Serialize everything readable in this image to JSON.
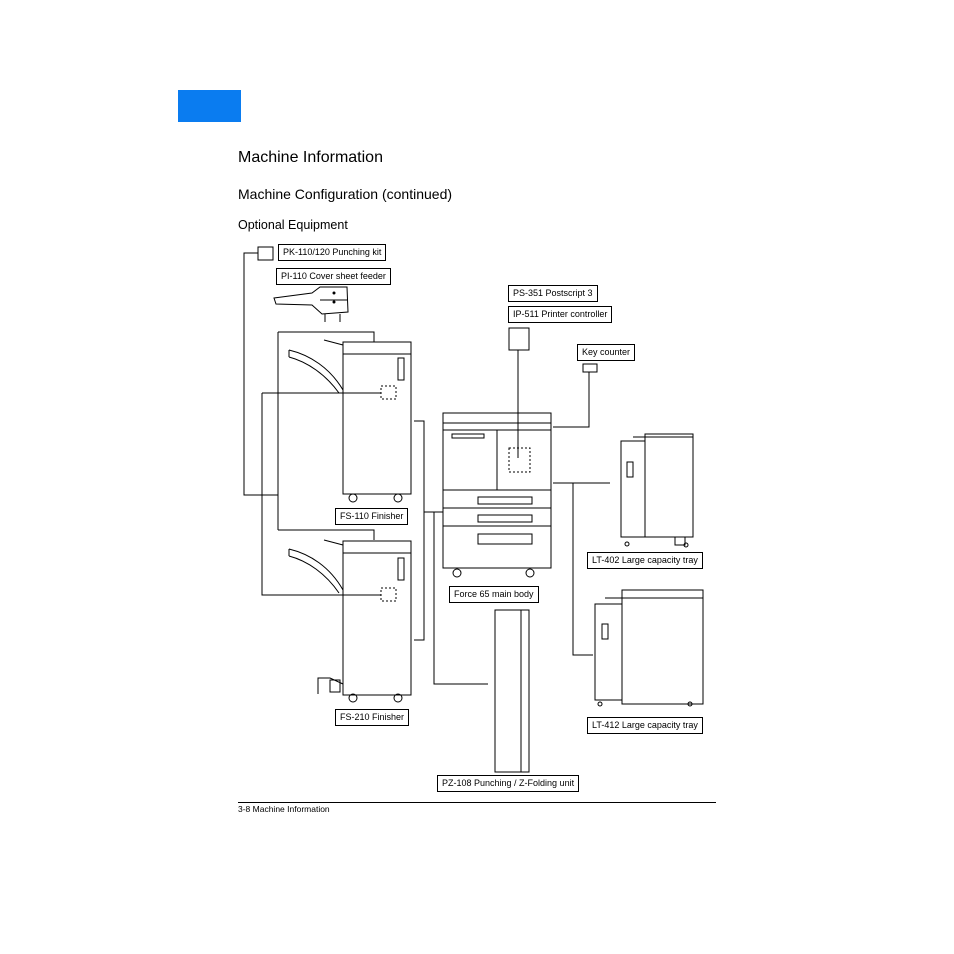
{
  "header": {
    "title": "Machine Information",
    "subtitle": "Machine Configuration (continued)",
    "section": "Optional Equipment"
  },
  "colors": {
    "accent_block": "#0a7cf0"
  },
  "labels": {
    "pk110": "PK-110/120 Punching kit",
    "pi110": "PI-110 Cover sheet feeder",
    "ps351": "PS-351 Postscript 3",
    "ip511": "IP-511 Printer controller",
    "key_counter": "Key counter",
    "fs110": "FS-110 Finisher",
    "fs210": "FS-210 Finisher",
    "main_body": "Force 65 main body",
    "lt402": "LT-402 Large capacity tray",
    "lt412": "LT-412 Large capacity tray",
    "pz108": "PZ-108 Punching / Z-Folding unit"
  },
  "footer": {
    "text": "3-8 Machine Information"
  }
}
